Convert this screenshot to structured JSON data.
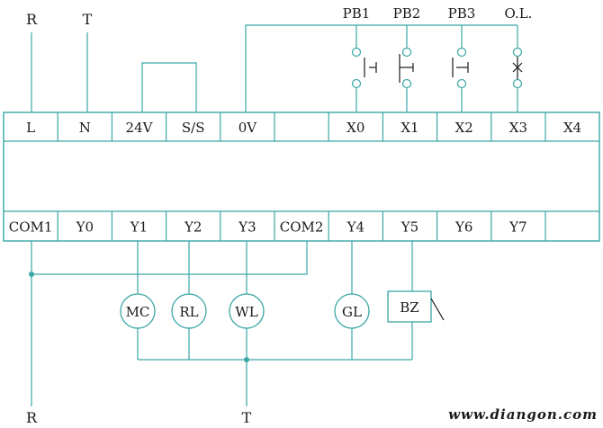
{
  "power": {
    "line_top": "R",
    "neutral_top": "T",
    "line_bottom": "R",
    "neutral_bottom": "T"
  },
  "inputs": {
    "terminals": [
      "L",
      "N",
      "24V",
      "S/S",
      "0V",
      "",
      "X0",
      "X1",
      "X2",
      "X3",
      "X4"
    ],
    "devices": [
      {
        "label": "PB1",
        "terminal": "X0",
        "kind": "no-button"
      },
      {
        "label": "PB2",
        "terminal": "X1",
        "kind": "nc-button"
      },
      {
        "label": "PB3",
        "terminal": "X2",
        "kind": "no-button"
      },
      {
        "label": "O.L.",
        "terminal": "X3",
        "kind": "overload"
      }
    ]
  },
  "outputs": {
    "terminals": [
      "COM1",
      "Y0",
      "Y1",
      "Y2",
      "Y3",
      "COM2",
      "Y4",
      "Y5",
      "Y6",
      "Y7",
      ""
    ],
    "loads": [
      {
        "label": "MC",
        "terminal": "Y1",
        "kind": "coil"
      },
      {
        "label": "RL",
        "terminal": "Y2",
        "kind": "lamp"
      },
      {
        "label": "WL",
        "terminal": "Y3",
        "kind": "lamp"
      },
      {
        "label": "GL",
        "terminal": "Y4",
        "kind": "lamp"
      },
      {
        "label": "BZ",
        "terminal": "Y5",
        "kind": "buzzer"
      }
    ]
  },
  "watermark": "www.diangon.com",
  "colors": {
    "wire": "#3aa6a6",
    "text": "#1a1a1a",
    "watermark": "#b9b9b9"
  }
}
